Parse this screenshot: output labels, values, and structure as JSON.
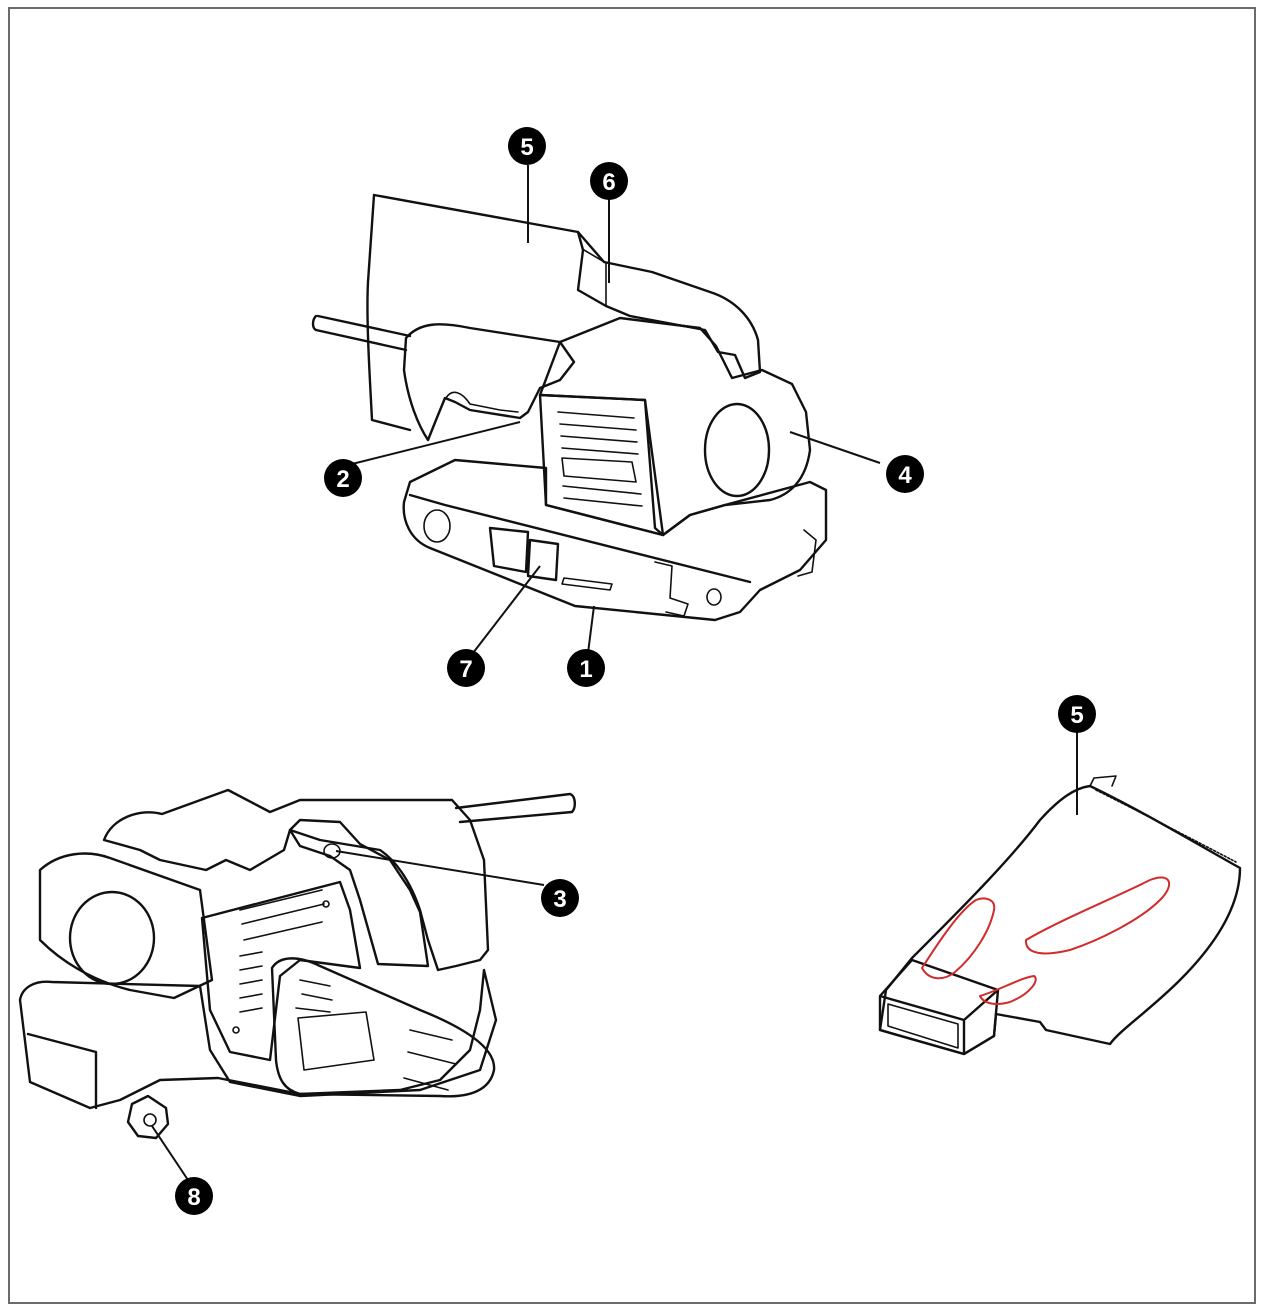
{
  "callouts": {
    "c1": "1",
    "c2": "2",
    "c3": "3",
    "c4": "4",
    "c5_top": "5",
    "c5_bag": "5",
    "c6": "6",
    "c7": "7",
    "c8": "8"
  },
  "colors": {
    "ink": "#111111",
    "frame": "#6b6b6b",
    "bag_marking": "#d22b2b"
  }
}
